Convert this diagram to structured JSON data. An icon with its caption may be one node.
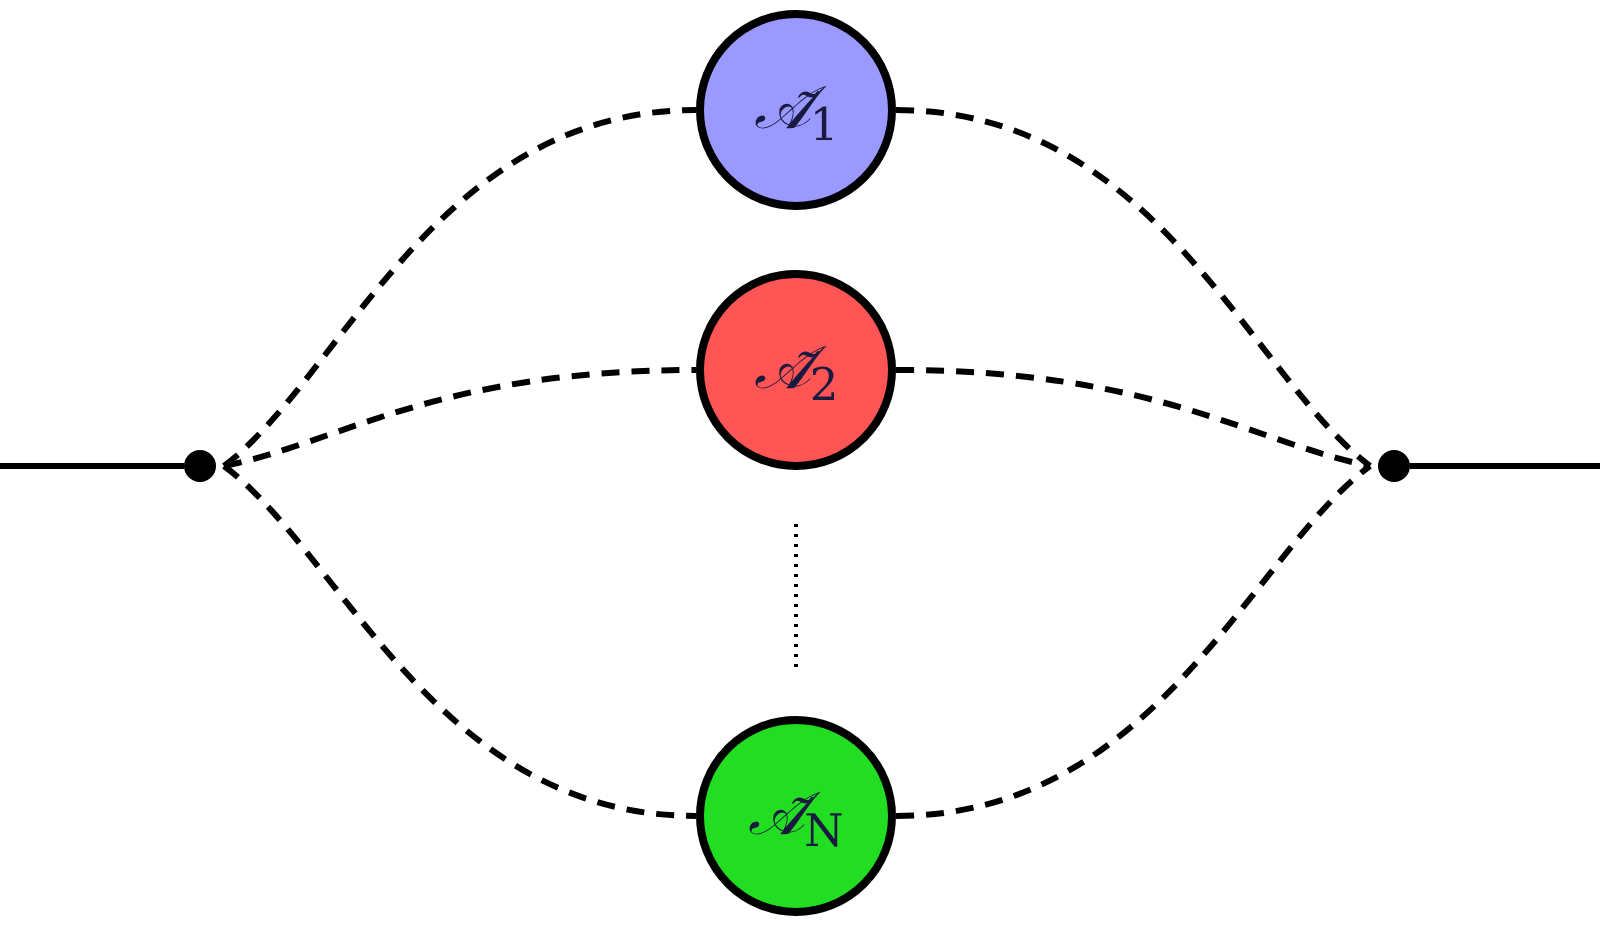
{
  "diagram": {
    "nodes": [
      {
        "text": [],
        "shape": "circle"
      },
      {
        "text": [
          "𝒜̃$_{1}$"
        ]
      },
      {
        "text": [
          "𝒜̃$_{2}$"
        ]
      },
      {
        "text": [
          "𝒜̃$_{N}$"
        ]
      },
      {
        "text": [],
        "shape": "circle"
      }
    ],
    "edges": [
      {
        "from": null,
        "to": 0,
        "arrow": "none"
      },
      {
        "from": 0,
        "to": 1,
        "arrow": "none",
        "style": "dashed"
      },
      {
        "from": 0,
        "to": 2,
        "arrow": "none",
        "style": "dashed"
      },
      {
        "from": 0,
        "to": 3,
        "arrow": "none",
        "style": "dashed"
      },
      {
        "from": 1,
        "to": 4,
        "arrow": "none",
        "style": "dashed"
      },
      {
        "from": 2,
        "to": 4,
        "arrow": "none",
        "style": "dashed"
      },
      {
        "from": 3,
        "to": 4,
        "arrow": "none",
        "style": "dashed"
      },
      {
        "from": 4,
        "to": null,
        "arrow": "none"
      }
    ]
  }
}
